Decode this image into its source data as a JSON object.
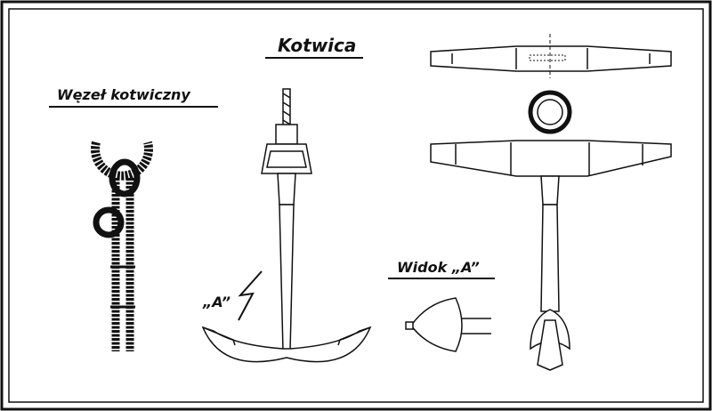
{
  "title": "Kotwica",
  "knot_label": "Węzeł kotwiczny",
  "view_label": "Widok „A”",
  "view_marker": "„A”",
  "colors": {
    "ink": "#111111",
    "paper": "#ffffff"
  }
}
